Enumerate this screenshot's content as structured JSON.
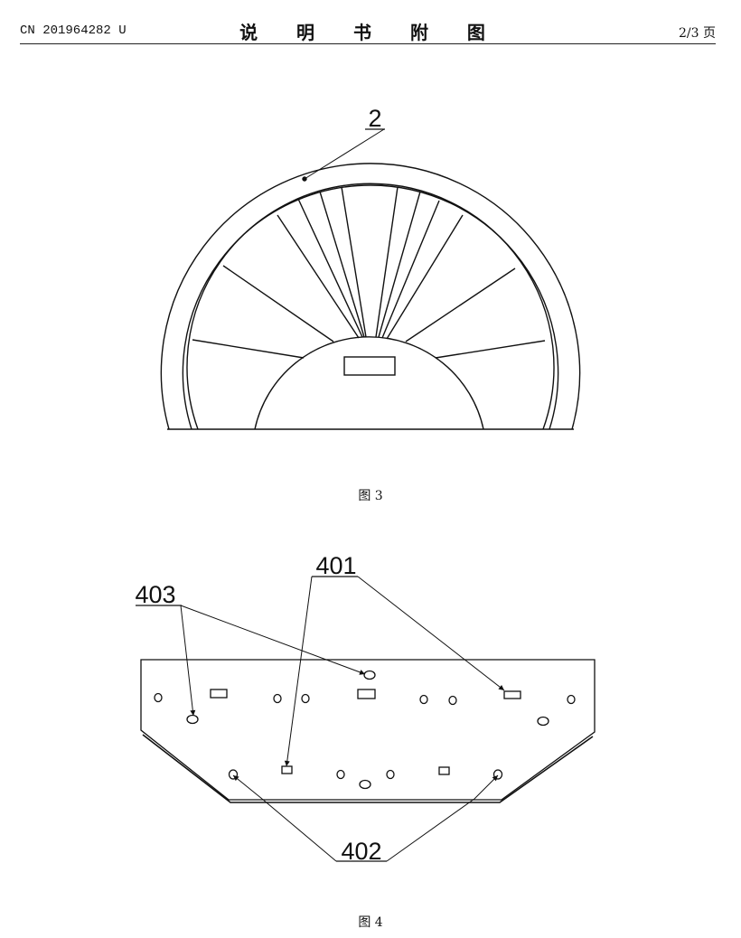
{
  "header": {
    "publication_number": "CN 201964282 U",
    "title": "说 明 书 附 图",
    "page": "2/3 页"
  },
  "figures": [
    {
      "caption": "图 3",
      "labels": [
        "2"
      ]
    },
    {
      "caption": "图 4",
      "labels": [
        "401",
        "403",
        "402"
      ]
    }
  ]
}
